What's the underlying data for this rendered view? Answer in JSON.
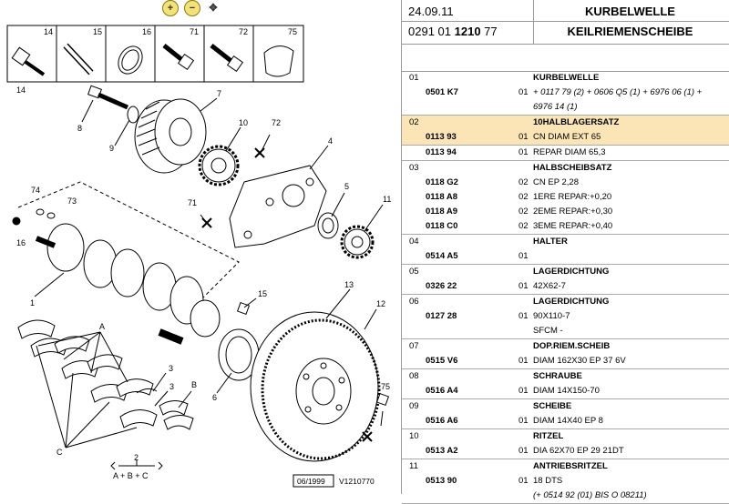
{
  "toolbar": {
    "zoom_in": "+",
    "zoom_out": "−",
    "move": "✥"
  },
  "diagram": {
    "thumbs": [
      "14",
      "15",
      "16",
      "71",
      "72",
      "75"
    ],
    "callouts": [
      "1",
      "2",
      "3",
      "3",
      "4",
      "5",
      "6",
      "7",
      "8",
      "9",
      "10",
      "11",
      "12",
      "13",
      "14",
      "15",
      "16",
      "71",
      "72",
      "73",
      "74",
      "75",
      "A",
      "B",
      "C",
      "A + B + C"
    ],
    "footer_date": "06/1999",
    "footer_ref": "V1210770"
  },
  "header": {
    "date": "24.09.11",
    "ref_prefix": "0291 01",
    "ref_bold": "1210",
    "ref_suffix": "77",
    "title1": "KURBELWELLE",
    "title2": "KEILRIEMENSCHEIBE"
  },
  "groups": [
    {
      "num": "01",
      "rows": [
        {
          "code": "",
          "qty": "",
          "desc": "KURBELWELLE",
          "cls": "ttl"
        },
        {
          "code": "0501 K7",
          "qty": "01",
          "desc": "+ 0117 79 (2) + 0606 Q5 (1) + 6976 06 (1) +",
          "cls": "it"
        },
        {
          "code": "",
          "qty": "",
          "desc": "6976 14 (1)",
          "cls": "it"
        }
      ]
    },
    {
      "num": "02",
      "sel": true,
      "rows": [
        {
          "code": "",
          "qty": "",
          "desc": "10HALBLAGERSATZ",
          "cls": "ttl"
        },
        {
          "code": "0113 93",
          "qty": "01",
          "desc": "CN DIAM EXT 65",
          "cls": ""
        }
      ]
    },
    {
      "num": "",
      "rows": [
        {
          "code": "0113 94",
          "qty": "01",
          "desc": "REPAR DIAM 65,3",
          "cls": ""
        }
      ]
    },
    {
      "num": "03",
      "rows": [
        {
          "code": "",
          "qty": "",
          "desc": "HALBSCHEIBSATZ",
          "cls": "ttl"
        },
        {
          "code": "0118 G2",
          "qty": "02",
          "desc": "CN EP 2,28",
          "cls": ""
        },
        {
          "code": "0118 A8",
          "qty": "02",
          "desc": "1ERE REPAR:+0,20",
          "cls": ""
        },
        {
          "code": "0118 A9",
          "qty": "02",
          "desc": "2EME REPAR:+0,30",
          "cls": ""
        },
        {
          "code": "0118 C0",
          "qty": "02",
          "desc": "3EME REPAR:+0,40",
          "cls": ""
        }
      ]
    },
    {
      "num": "04",
      "rows": [
        {
          "code": "",
          "qty": "",
          "desc": "HALTER",
          "cls": "ttl"
        },
        {
          "code": "0514 A5",
          "qty": "01",
          "desc": "",
          "cls": ""
        }
      ]
    },
    {
      "num": "05",
      "rows": [
        {
          "code": "",
          "qty": "",
          "desc": "LAGERDICHTUNG",
          "cls": "ttl"
        },
        {
          "code": "0326 22",
          "qty": "01",
          "desc": "42X62-7",
          "cls": ""
        }
      ]
    },
    {
      "num": "06",
      "rows": [
        {
          "code": "",
          "qty": "",
          "desc": "LAGERDICHTUNG",
          "cls": "ttl"
        },
        {
          "code": "0127 28",
          "qty": "01",
          "desc": "90X110-7",
          "cls": ""
        },
        {
          "code": "",
          "qty": "",
          "desc": "SFCM -",
          "cls": ""
        }
      ]
    },
    {
      "num": "07",
      "rows": [
        {
          "code": "",
          "qty": "",
          "desc": "DOP.RIEM.SCHEIB",
          "cls": "ttl"
        },
        {
          "code": "0515 V6",
          "qty": "01",
          "desc": "DIAM 162X30 EP 37 6V",
          "cls": ""
        }
      ]
    },
    {
      "num": "08",
      "rows": [
        {
          "code": "",
          "qty": "",
          "desc": "SCHRAUBE",
          "cls": "ttl"
        },
        {
          "code": "0516 A4",
          "qty": "01",
          "desc": "DIAM 14X150-70",
          "cls": ""
        }
      ]
    },
    {
      "num": "09",
      "rows": [
        {
          "code": "",
          "qty": "",
          "desc": "SCHEIBE",
          "cls": "ttl"
        },
        {
          "code": "0516 A6",
          "qty": "01",
          "desc": "DIAM 14X40 EP 8",
          "cls": ""
        }
      ]
    },
    {
      "num": "10",
      "rows": [
        {
          "code": "",
          "qty": "",
          "desc": "RITZEL",
          "cls": "ttl"
        },
        {
          "code": "0513 A2",
          "qty": "01",
          "desc": "DIA 62X70 EP 29 21DT",
          "cls": ""
        }
      ]
    },
    {
      "num": "11",
      "rows": [
        {
          "code": "",
          "qty": "",
          "desc": "ANTRIEBSRITZEL",
          "cls": "ttl"
        },
        {
          "code": "0513 90",
          "qty": "01",
          "desc": "18 DTS",
          "cls": ""
        },
        {
          "code": "",
          "qty": "",
          "desc": "(+ 0514 92 (01) BIS O 08211)",
          "cls": "it"
        }
      ]
    }
  ]
}
